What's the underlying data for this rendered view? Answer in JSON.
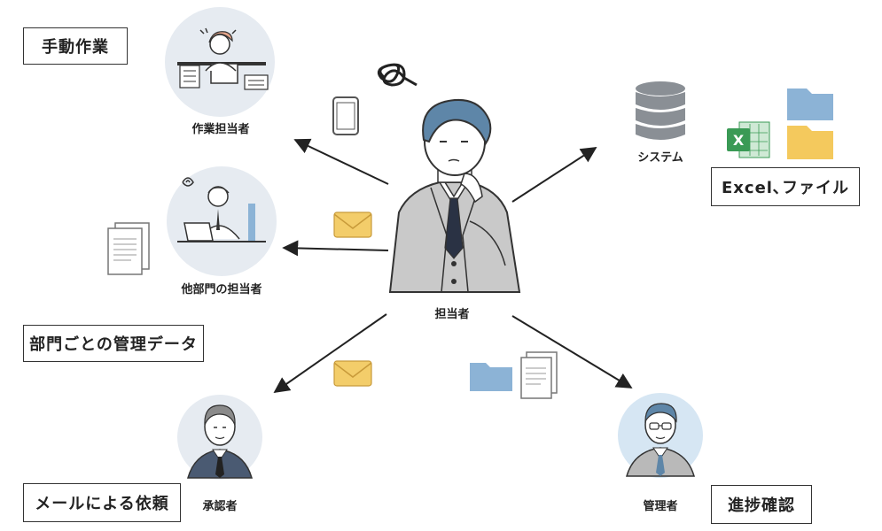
{
  "boxes": {
    "manual_work": "手動作業",
    "dept_data": "部門ごとの管理データ",
    "mail_request": "メールによる依頼",
    "excel_file": "Excel､ファイル",
    "progress_check": "進捗確認"
  },
  "people": {
    "worker": "作業担当者",
    "other_dept": "他部門の担当者",
    "center": "担当者",
    "approver": "承認者",
    "manager": "管理者"
  },
  "system_label": "システム",
  "excel_badge": "X",
  "colors": {
    "suit": "#c9c9c9",
    "hair": "#5e86a8",
    "circle": "#e6ebf1",
    "envelope": "#f3cd6a",
    "folder_blue": "#8cb3d6",
    "folder_yellow": "#f4c95d",
    "excel_green": "#3a9a55"
  }
}
